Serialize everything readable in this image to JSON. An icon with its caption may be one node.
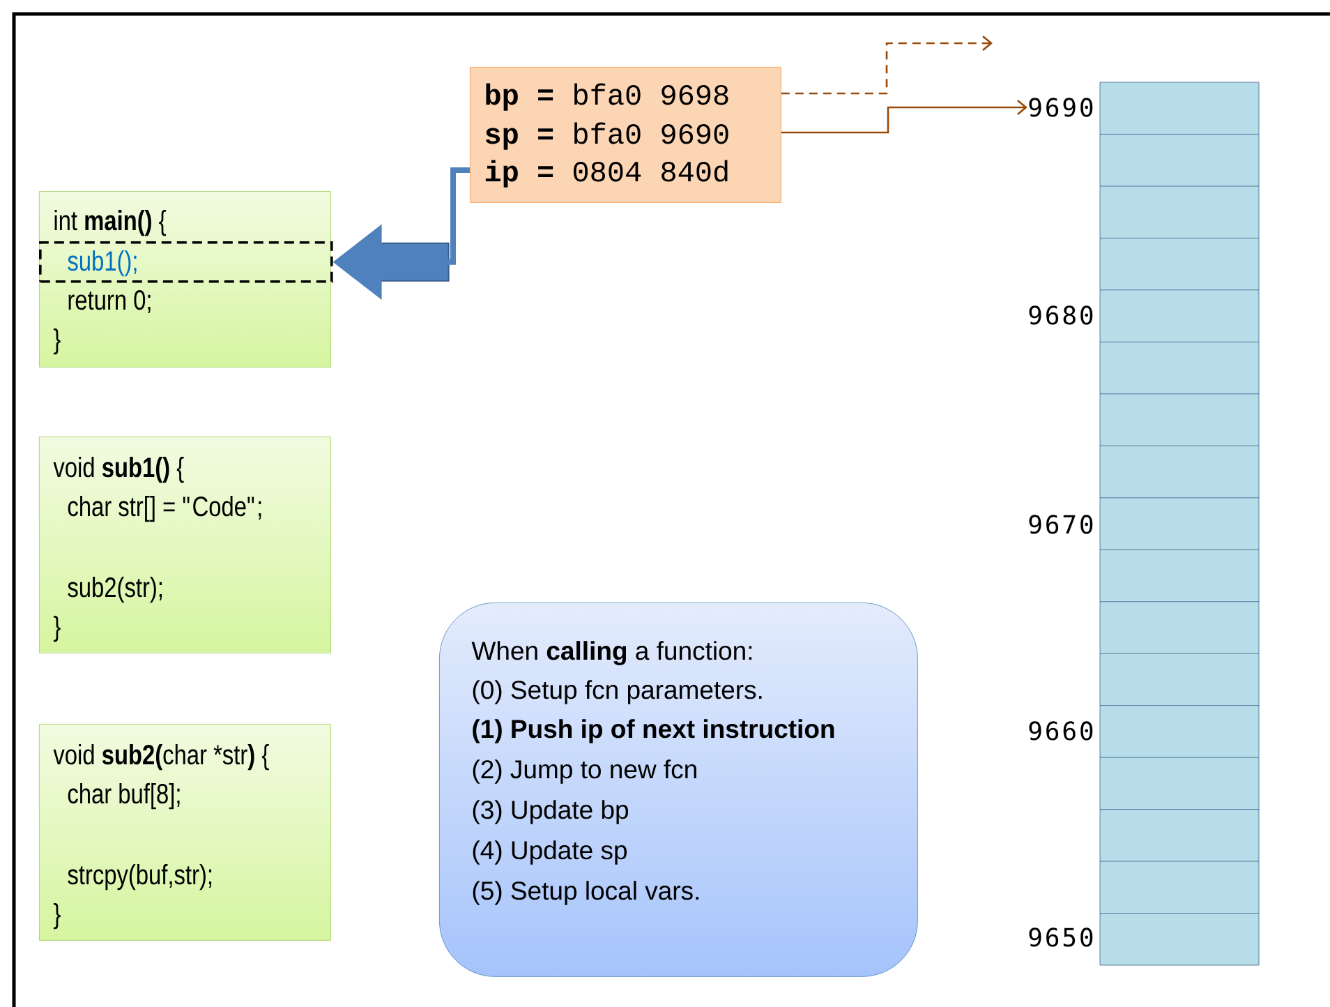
{
  "diagram": {
    "nodes": [
      {
        "text": [
          "**bp =** bfa0 9698",
          "**sp =** bfa0 9690",
          "**ip =** 0804 840d"
        ]
      },
      {
        "text": [
          "int **main()** {",
          "return 0;",
          "}"
        ]
      },
      {
        "text": [
          "sub1();"
        ],
        "in": 1
      },
      {
        "text": [
          "void **sub1()** {",
          "char str[] = \"Code\";",
          "sub2(str);",
          "}"
        ]
      },
      {
        "text": [
          "void **sub2(**char *str**)** {",
          "char buf[8];",
          "strcpy(buf,str);",
          "}"
        ]
      },
      {
        "text": [
          "When **calling** a function:",
          "(0) Setup fcn parameters.",
          "(1) Push ip of next instruction",
          "(2) Jump to new fcn",
          "(3) Update bp",
          "(4) Update sp",
          "(5) Setup local vars."
        ]
      },
      {
        "text": [
          "9690"
        ]
      }
    ],
    "edges": [
      {
        "from": 0,
        "to": null,
        "arrow": "to",
        "style": "dashed"
      },
      {
        "from": 0,
        "to": 6,
        "arrow": "to"
      },
      {
        "from": 0,
        "to": 2,
        "arrow": "to",
        "style": "thick",
        "color": "#4f81bd"
      }
    ],
    "labels": [
      "9680",
      "9670",
      "9660",
      "9650"
    ]
  }
}
